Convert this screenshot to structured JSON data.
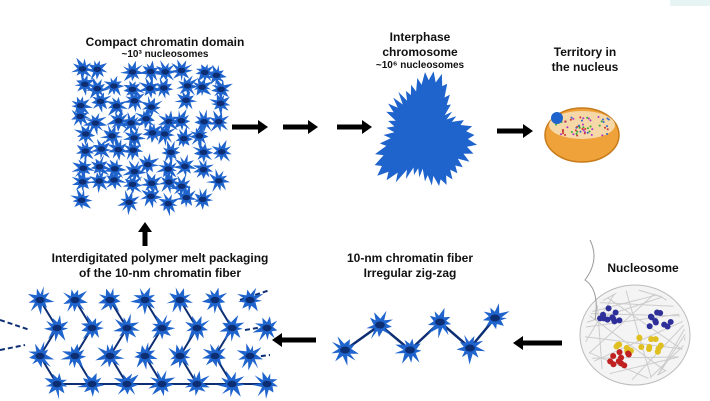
{
  "labels": {
    "compact_domain_title": "Compact chromatin domain",
    "compact_domain_count": "~10³ nucleosomes",
    "interphase_title_1": "Interphase",
    "interphase_title_2": "chromosome",
    "interphase_count": "~10⁶ nucleosomes",
    "territory_1": "Territory in",
    "territory_2": "the nucleus",
    "polymer_melt_1": "Interdigitated polymer melt packaging",
    "polymer_melt_2": "of the 10-nm chromatin fiber",
    "fiber_1": "10-nm chromatin fiber",
    "fiber_2": "Irregular zig-zag",
    "nucleosome": "Nucleosome"
  },
  "colors": {
    "chromatin_blue": "#1f63cc",
    "dark_blue": "#0d2e73",
    "nucleus_orange": "#f0a23a",
    "arrow": "#000000"
  },
  "flow": [
    "nucleosome",
    "10-nm chromatin fiber",
    "polymer melt",
    "compact chromatin domain",
    "interphase chromosome",
    "territory in the nucleus"
  ]
}
